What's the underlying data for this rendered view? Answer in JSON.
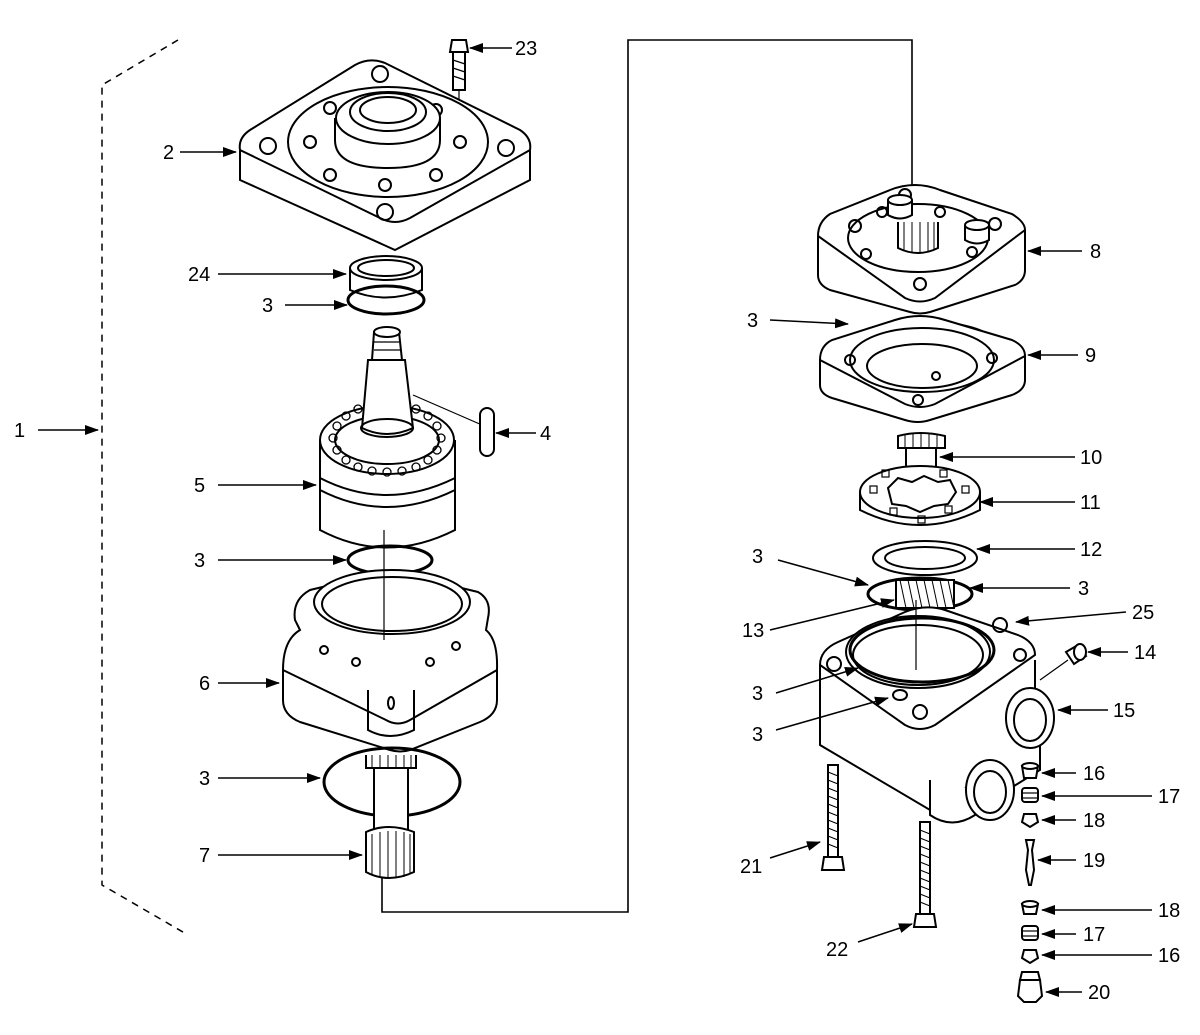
{
  "callouts": {
    "c1": "1",
    "c2": "2",
    "c3a": "3",
    "c3b": "3",
    "c3c": "3",
    "c3d": "3",
    "c3e": "3",
    "c3f": "3",
    "c3g": "3",
    "c3h": "3",
    "c4": "4",
    "c5": "5",
    "c6": "6",
    "c7": "7",
    "c8": "8",
    "c9": "9",
    "c10": "10",
    "c11": "11",
    "c12": "12",
    "c13": "13",
    "c14": "14",
    "c15": "15",
    "c16a": "16",
    "c16b": "16",
    "c17a": "17",
    "c17b": "17",
    "c18a": "18",
    "c18b": "18",
    "c19": "19",
    "c20": "20",
    "c21": "21",
    "c22": "22",
    "c23": "23",
    "c24": "24",
    "c25": "25"
  }
}
